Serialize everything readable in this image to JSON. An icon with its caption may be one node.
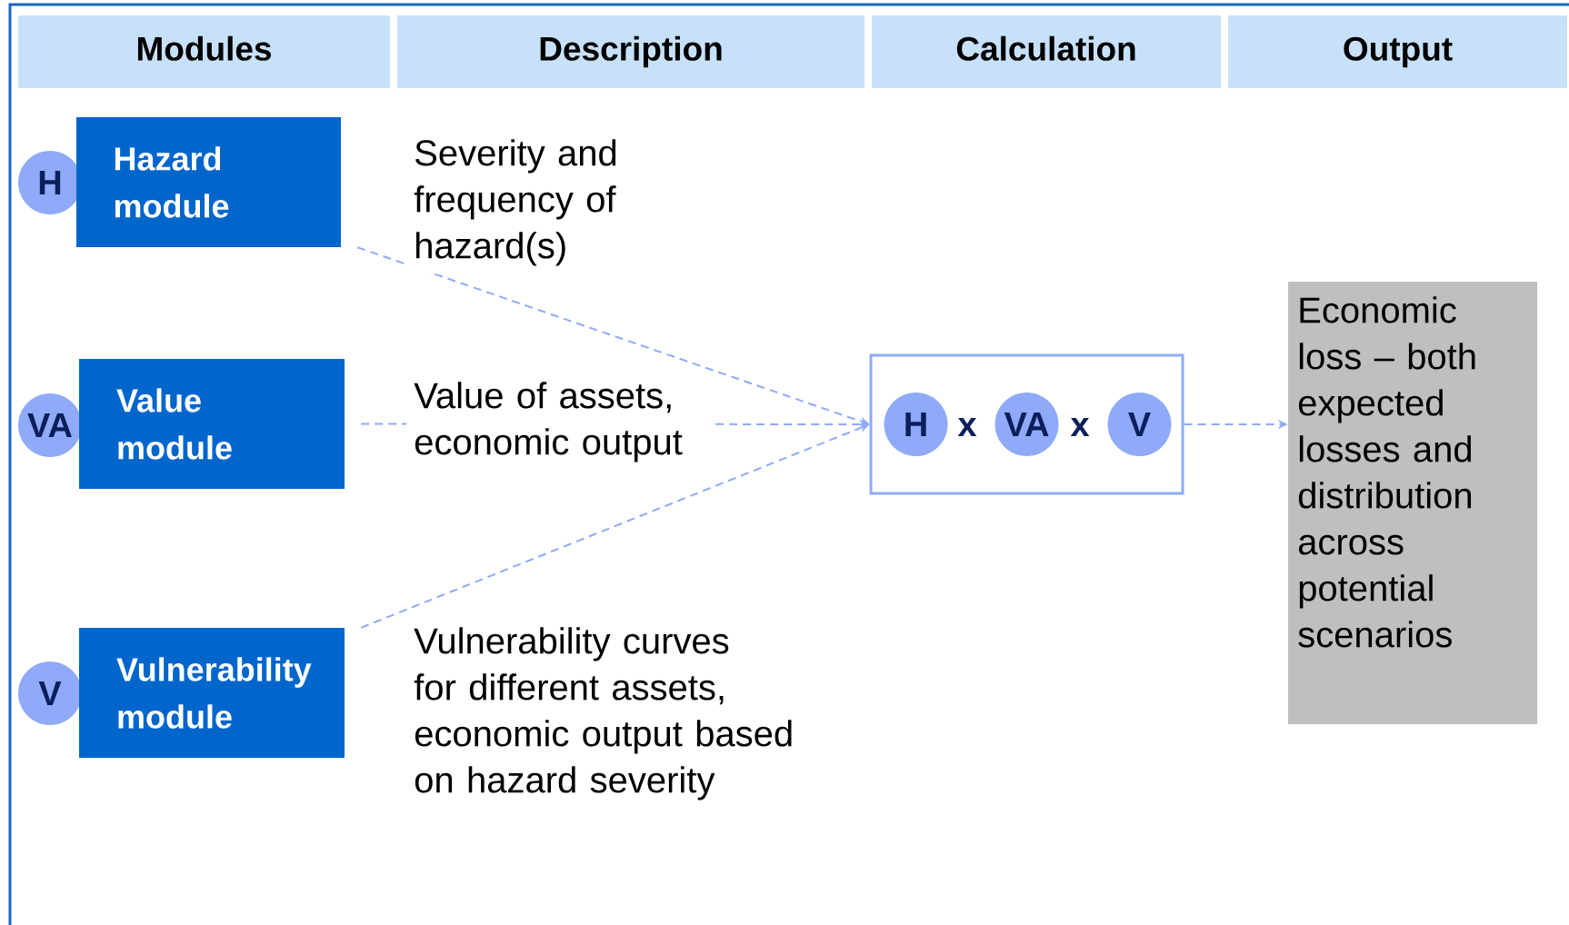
{
  "diagram": {
    "nodes": [
      {
        "text": [
          "Modules"
        ]
      },
      {
        "text": [
          "Description"
        ]
      },
      {
        "text": [
          "Calculation"
        ]
      },
      {
        "text": [
          "Output"
        ]
      },
      {
        "text": [
          "H"
        ]
      },
      {
        "text": [
          "Hazard module"
        ]
      },
      {
        "text": [
          "VA"
        ]
      },
      {
        "text": [
          "Value module"
        ]
      },
      {
        "text": [
          "V"
        ]
      },
      {
        "text": [
          "Vulnerability module"
        ]
      },
      {
        "text": [
          "x",
          "x"
        ]
      },
      {
        "text": [
          "H"
        ],
        "in": 10
      },
      {
        "text": [
          "VA"
        ],
        "in": 10
      },
      {
        "text": [
          "V"
        ],
        "in": 10
      },
      {
        "text": [
          "Economic loss – both expected losses and distribution across potential scenarios"
        ]
      }
    ],
    "edges": [
      {
        "from": 5,
        "to": 10,
        "arrow": "to",
        "style": "dashed"
      },
      {
        "from": 7,
        "to": 10,
        "arrow": "to",
        "style": "dashed"
      },
      {
        "from": 9,
        "to": 10,
        "arrow": "to",
        "style": "dashed"
      },
      {
        "from": 10,
        "to": 14,
        "arrow": "to",
        "style": "dashed"
      }
    ],
    "labels": [
      "Severity and frequency of hazard(s)",
      "Value of assets, economic output",
      "Vulnerability curves for different assets, economic output based on hazard severity"
    ]
  }
}
